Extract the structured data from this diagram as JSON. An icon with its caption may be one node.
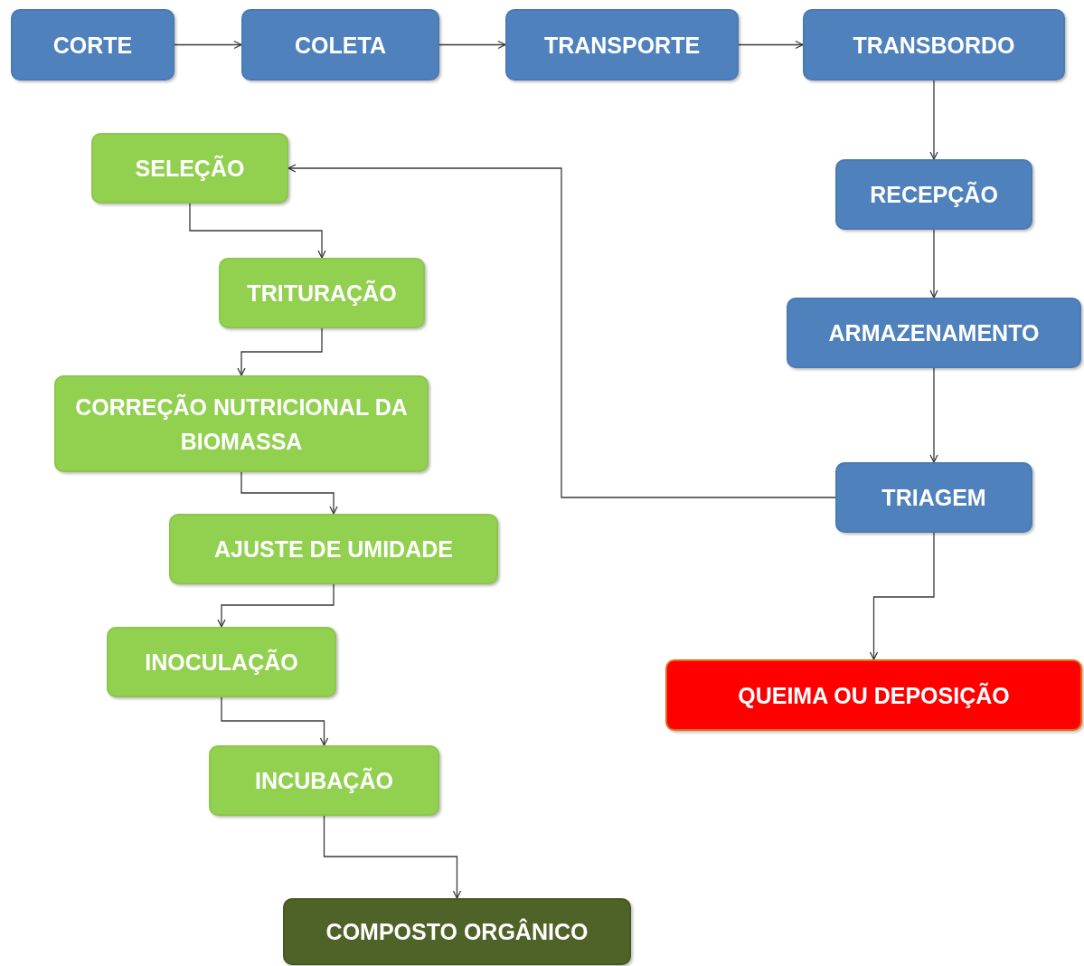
{
  "diagram": {
    "nodes": [
      {
        "text": [
          "CORTE"
        ]
      },
      {
        "text": [
          "COLETA"
        ]
      },
      {
        "text": [
          "TRANSPORTE"
        ]
      },
      {
        "text": [
          "TRANSBORDO"
        ]
      },
      {
        "text": [
          "RECEPÇÃO"
        ]
      },
      {
        "text": [
          "ARMAZENAMENTO"
        ]
      },
      {
        "text": [
          "TRIAGEM"
        ]
      },
      {
        "text": [
          "QUEIMA OU DEPOSIÇÃO"
        ]
      },
      {
        "text": [
          "SELEÇÃO"
        ]
      },
      {
        "text": [
          "TRITURAÇÃO"
        ]
      },
      {
        "text": [
          "CORREÇÃO NUTRICIONAL DA BIOMASSA"
        ]
      },
      {
        "text": [
          "AJUSTE DE UMIDADE"
        ]
      },
      {
        "text": [
          "INOCULAÇÃO"
        ]
      },
      {
        "text": [
          "INCUBAÇÃO"
        ]
      },
      {
        "text": [
          "COMPOSTO ORGÂNICO"
        ]
      }
    ],
    "edges": [
      {
        "from": 0,
        "to": 1,
        "arrow": "to"
      },
      {
        "from": 1,
        "to": 2,
        "arrow": "to"
      },
      {
        "from": 2,
        "to": 3,
        "arrow": "to"
      },
      {
        "from": 3,
        "to": 4,
        "arrow": "to"
      },
      {
        "from": 4,
        "to": 5,
        "arrow": "to"
      },
      {
        "from": 5,
        "to": 6,
        "arrow": "to"
      },
      {
        "from": 6,
        "to": 8,
        "arrow": "to"
      },
      {
        "from": 6,
        "to": 7,
        "arrow": "to"
      },
      {
        "from": 8,
        "to": 9,
        "arrow": "to"
      },
      {
        "from": 9,
        "to": 10,
        "arrow": "to"
      },
      {
        "from": 10,
        "to": 11,
        "arrow": "to"
      },
      {
        "from": 11,
        "to": 12,
        "arrow": "to"
      },
      {
        "from": 12,
        "to": 13,
        "arrow": "to"
      },
      {
        "from": 13,
        "to": 14,
        "arrow": "to"
      }
    ]
  }
}
